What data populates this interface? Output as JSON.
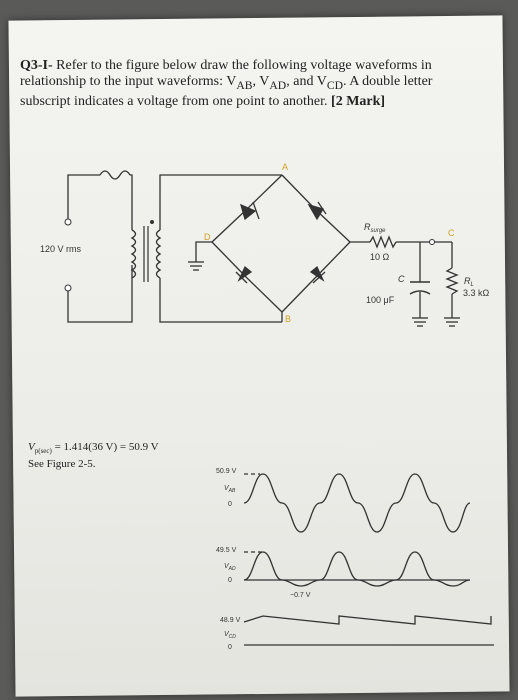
{
  "question": {
    "number": "Q3-I-",
    "text": "Refer to the figure below draw the following voltage waveforms in relationship to the input waveforms: V",
    "v1_sub": "AB",
    "sep1": ", V",
    "v2_sub": "AD",
    "sep2": ", and V",
    "v3_sub": "CD",
    "text_end": ". A double letter subscript indicates a voltage from one point to another.",
    "marks": "[2 Mark]"
  },
  "circuit": {
    "source_label": "120 V rms",
    "node_a": "A",
    "node_b": "B",
    "node_c": "C",
    "node_d": "D",
    "rsurge_label": "R",
    "rsurge_sub": "surge",
    "rsurge_value": "10 Ω",
    "cap_label": "C",
    "cap_value": "100 μF",
    "rl_label": "R",
    "rl_sub": "L",
    "rl_value": "3.3 kΩ"
  },
  "solution": {
    "line1_prefix": "V",
    "line1_sub": "p(sec)",
    "line1_rest": " = 1.414(36 V) = 50.9 V",
    "line2": "See Figure 2-5."
  },
  "waveforms": {
    "vab_peak": "50.9 V",
    "vab_label": "V",
    "vab_sub": "AB",
    "vad_peak": "49.5 V",
    "vad_label": "V",
    "vad_sub": "AD",
    "vad_neg": "−0.7 V",
    "vcd_peak": "48.9 V",
    "vcd_label": "V",
    "vcd_sub": "CD",
    "zero": "0"
  }
}
